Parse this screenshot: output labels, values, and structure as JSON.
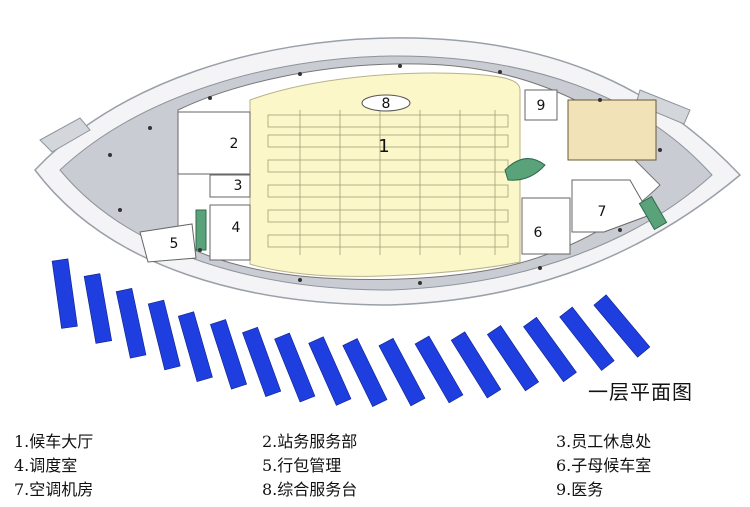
{
  "title": "一层平面图",
  "rooms": [
    {
      "num": "1",
      "label": "1"
    },
    {
      "num": "2",
      "label": "2"
    },
    {
      "num": "3",
      "label": "3"
    },
    {
      "num": "4",
      "label": "4"
    },
    {
      "num": "5",
      "label": "5"
    },
    {
      "num": "6",
      "label": "6"
    },
    {
      "num": "7",
      "label": "7"
    },
    {
      "num": "8",
      "label": "8"
    },
    {
      "num": "9",
      "label": "9"
    }
  ],
  "legend": [
    {
      "text": "1.候车大厅"
    },
    {
      "text": "2.站务服务部"
    },
    {
      "text": "3.员工休息处"
    },
    {
      "text": "4.调度室"
    },
    {
      "text": "5.行包管理"
    },
    {
      "text": "6.子母候车室"
    },
    {
      "text": "7.空调机房"
    },
    {
      "text": "8.综合服务台"
    },
    {
      "text": "9.医务"
    }
  ],
  "colors": {
    "outer_shell": "#c9ccd2",
    "hall_floor": "#fbf7c9",
    "bus_bay": "#1f3ee0",
    "stair": "#5aa37a"
  }
}
